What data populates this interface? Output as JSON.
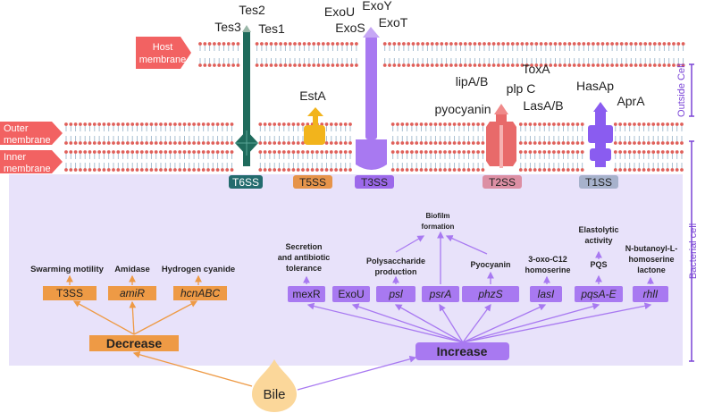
{
  "colors": {
    "lipid_head": "#e0605a",
    "lipid_tail": "#9fb8cc",
    "cytoplasm": "#e8e2fa",
    "label_red": "#f26262",
    "purple": "#a879f1",
    "purple_dark": "#7a44d6",
    "orange": "#ee9a45",
    "orange_dark": "#d27a24",
    "bile": "#fbd79a",
    "t6ss": "#1f6b5c",
    "t2ss": "#e86a6a",
    "t1ss": "#8a5cf0",
    "t5ss": "#f2b41c",
    "box_t6ss": "#236b6e",
    "box_t5ss": "#e6944a",
    "box_t3ss": "#9c69ea",
    "box_t2ss": "#dc8fa4",
    "box_t1ss": "#a7b2cc"
  },
  "membranes": {
    "host": "Host membrane",
    "outer": "Outer membrane",
    "inner": "Inner membrane"
  },
  "secretion_systems": {
    "t6ss": {
      "label": "T6SS",
      "effectors": [
        "Tes2",
        "Tes3",
        "Tes1"
      ]
    },
    "t5ss": {
      "label": "T5SS",
      "effectors": [
        "EstA"
      ]
    },
    "t3ss": {
      "label": "T3SS",
      "effectors": [
        "ExoU",
        "ExoY",
        "ExoS",
        "ExoT"
      ]
    },
    "t2ss": {
      "label": "T2SS",
      "effectors": [
        "lipA/B",
        "ToxA",
        "pyocyanin",
        "plp C",
        "LasA/B"
      ]
    },
    "t1ss": {
      "label": "T1SS",
      "effectors": [
        "HasAp",
        "AprA"
      ]
    }
  },
  "side_labels": {
    "outside": "Outside Cell",
    "bacterial": "Bacterial cell"
  },
  "decrease": {
    "label": "Decrease",
    "genes": [
      {
        "gene": "T3SS",
        "effect": "Swarming motility",
        "italic": false
      },
      {
        "gene": "amiR",
        "effect": "Amidase",
        "italic": true
      },
      {
        "gene": "hcnABC",
        "effect": "Hydrogen cyanide",
        "italic": true
      }
    ]
  },
  "increase": {
    "label": "Increase",
    "genes": [
      {
        "gene": "mexR",
        "italic": false
      },
      {
        "gene": "ExoU",
        "italic": false
      },
      {
        "gene": "psl",
        "italic": true
      },
      {
        "gene": "psrA",
        "italic": true
      },
      {
        "gene": "phzS",
        "italic": true
      },
      {
        "gene": "lasI",
        "italic": true
      },
      {
        "gene": "pqsA-E",
        "italic": true
      },
      {
        "gene": "rhlI",
        "italic": true
      }
    ],
    "effects": {
      "secretion": [
        "Secretion",
        "and antibiotic",
        "tolerance"
      ],
      "polysaccharide": [
        "Polysaccharide",
        "production"
      ],
      "biofilm": [
        "Biofilm",
        "formation"
      ],
      "pyocyanin": "Pyocyanin",
      "oxo": [
        "3-oxo-C12",
        "homoserine"
      ],
      "elastolytic": [
        "Elastolytic",
        "activity"
      ],
      "pqs": "PQS",
      "butanoyl": [
        "N-butanoyl-L-",
        "homoserine",
        "lactone"
      ]
    }
  },
  "bile": "Bile"
}
